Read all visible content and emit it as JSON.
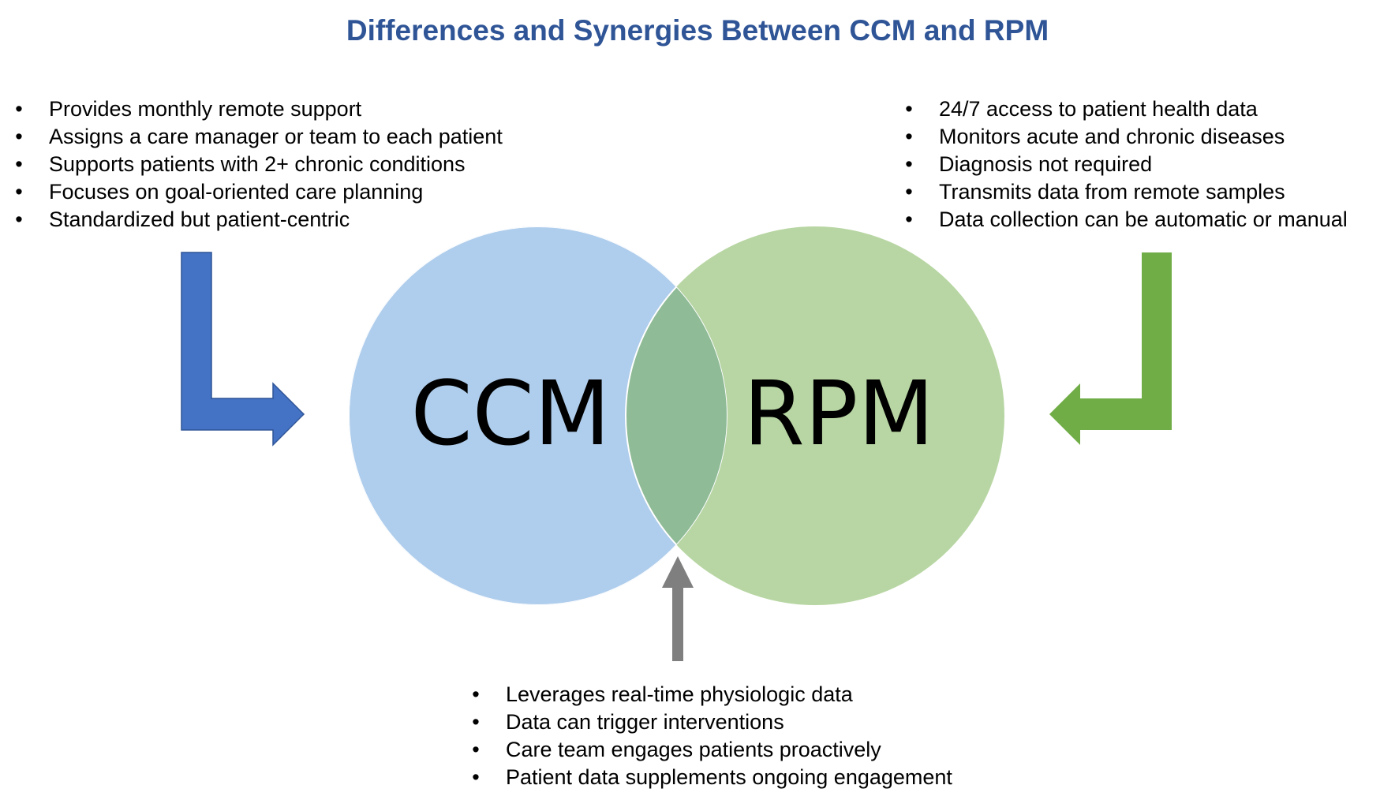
{
  "title": "Differences and Synergies Between CCM and RPM",
  "ccm": {
    "label": "CCM",
    "color": "#afcdec",
    "arrow_color": "#4472c4",
    "items": [
      "Provides monthly remote support",
      "Assigns a care manager or team to each patient",
      "Supports patients with 2+ chronic conditions",
      "Focuses on goal-oriented care planning",
      "Standardized but patient-centric"
    ]
  },
  "rpm": {
    "label": "RPM",
    "color": "#b8d6a3",
    "arrow_color": "#70ad47",
    "items": [
      "24/7 access to patient health data",
      "Monitors acute and chronic diseases",
      "Diagnosis not required",
      "Transmits data from remote samples",
      "Data collection can be automatic or manual"
    ]
  },
  "synergy": {
    "color": "#8fbb96",
    "arrow_color": "#7f7f7f",
    "items": [
      "Leverages real-time physiologic data",
      "Data can trigger interventions",
      "Care team engages patients proactively",
      "Patient data supplements ongoing engagement"
    ]
  },
  "bullet_char": "•"
}
